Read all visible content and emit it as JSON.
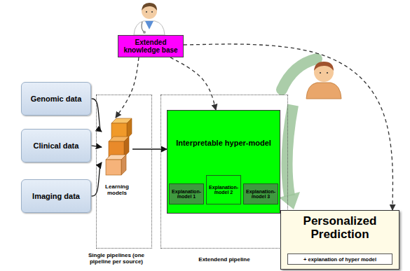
{
  "diagram": {
    "nodes": [
      {
        "text": [
          "Extended knowledge base"
        ]
      },
      {
        "text": [
          "Genomic data"
        ]
      },
      {
        "text": [
          "Clinical data"
        ]
      },
      {
        "text": [
          "Imaging data"
        ]
      },
      {
        "text": [
          "Single pipelines (one pipeline per source)"
        ]
      },
      {
        "text": [
          "Learning models"
        ],
        "in": 4
      },
      {
        "text": [
          "Extendend pipeline"
        ]
      },
      {
        "text": [
          "Interpretable hyper-model"
        ],
        "in": 6
      },
      {
        "text": [
          "Explanation-model 1"
        ],
        "in": 7
      },
      {
        "text": [
          "Explanation-model 2"
        ],
        "in": 7
      },
      {
        "text": [
          "Explanation-model 3"
        ],
        "in": 7
      },
      {
        "text": [
          "Personalized Prediction"
        ]
      },
      {
        "text": [
          "+ explanation of hyper model"
        ],
        "in": 11
      }
    ],
    "edges": [
      {
        "from": 1,
        "to": 5,
        "arrow": "to"
      },
      {
        "from": 2,
        "to": 5,
        "arrow": "to"
      },
      {
        "from": 3,
        "to": 5,
        "arrow": "to"
      },
      {
        "from": 5,
        "to": 7,
        "arrow": "to"
      },
      {
        "from": 0,
        "to": 5,
        "arrow": "to"
      },
      {
        "from": 0,
        "to": 7,
        "arrow": "to"
      },
      {
        "from": 0,
        "to": 11,
        "arrow": "to"
      }
    ]
  }
}
